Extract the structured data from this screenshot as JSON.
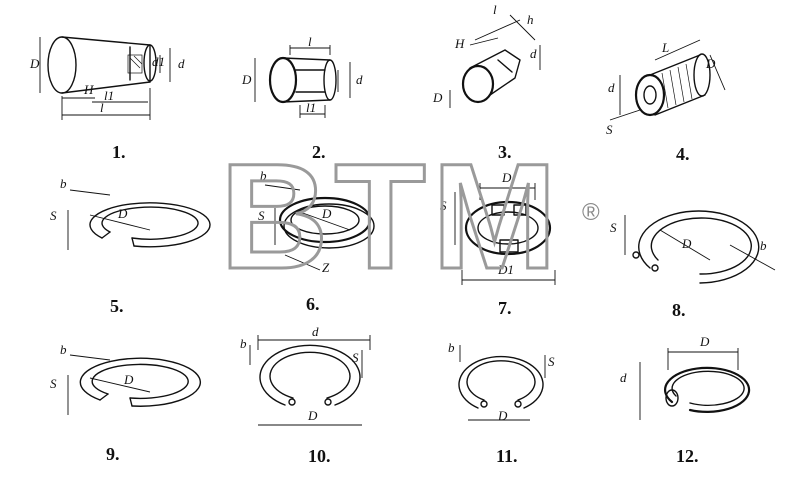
{
  "watermark": {
    "text": "BTM",
    "registered_mark": "®"
  },
  "figures": [
    {
      "number": "1.",
      "labels": [
        "D",
        "H",
        "l1",
        "l",
        "d1",
        "d"
      ]
    },
    {
      "number": "2.",
      "labels": [
        "D",
        "l",
        "l1",
        "d"
      ]
    },
    {
      "number": "3.",
      "labels": [
        "l",
        "h",
        "H",
        "d",
        "D"
      ]
    },
    {
      "number": "4.",
      "labels": [
        "L",
        "d",
        "D",
        "S"
      ]
    },
    {
      "number": "5.",
      "labels": [
        "b",
        "S",
        "D"
      ]
    },
    {
      "number": "6.",
      "labels": [
        "b",
        "S",
        "D",
        "Z"
      ]
    },
    {
      "number": "7.",
      "labels": [
        "D",
        "S",
        "D1"
      ]
    },
    {
      "number": "8.",
      "labels": [
        "S",
        "D",
        "b"
      ]
    },
    {
      "number": "9.",
      "labels": [
        "b",
        "S",
        "D"
      ]
    },
    {
      "number": "10.",
      "labels": [
        "b",
        "d",
        "S",
        "D"
      ]
    },
    {
      "number": "11.",
      "labels": [
        "b",
        "S",
        "D"
      ]
    },
    {
      "number": "12.",
      "labels": [
        "D",
        "d"
      ]
    }
  ]
}
